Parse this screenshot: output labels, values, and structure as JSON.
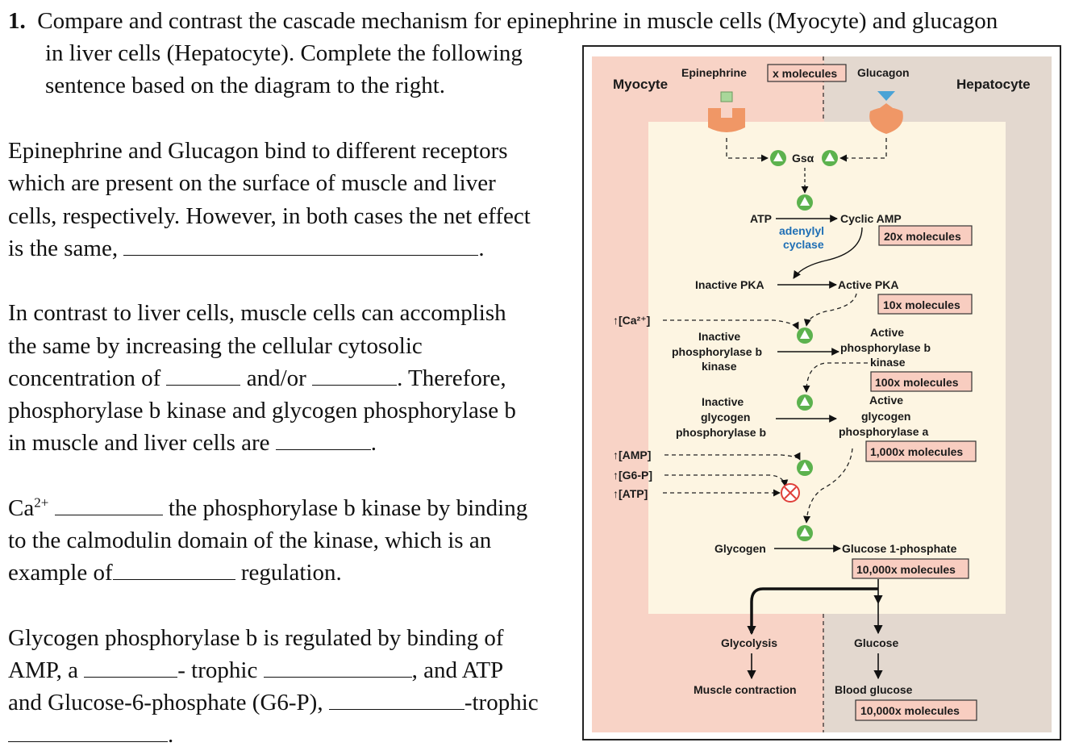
{
  "question": {
    "number": "1.",
    "line1": "Compare and contrast the cascade mechanism for epinephrine in muscle cells (Myocyte) and glucagon",
    "line2": "in liver cells (Hepatocyte). Complete the following",
    "line3": "sentence based on the diagram to the right."
  },
  "para1": {
    "l1": "Epinephrine and Glucagon bind to different receptors",
    "l2": "which are present on the surface of muscle and liver",
    "l3": "cells, respectively. However, in both cases the net effect",
    "l4a": "is the same,",
    "l4b": "."
  },
  "para2": {
    "l1": "In contrast to liver cells, muscle cells can accomplish",
    "l2": "the same by increasing the cellular cytosolic",
    "l3a": "concentration of",
    "l3b": "and/or",
    "l3c": ". Therefore,",
    "l4": "phosphorylase b kinase and glycogen phosphorylase b",
    "l5a": "in muscle and liver cells are",
    "l5b": "."
  },
  "para3": {
    "ca": "Ca",
    "ca_sup": "2+",
    "l1b": "the phosphorylase b kinase by binding",
    "l2": "to the calmodulin domain of the kinase, which is an",
    "l3a": "example of",
    "l3b": "regulation."
  },
  "para4": {
    "l1": "Glycogen phosphorylase b is regulated by binding of",
    "l2a": "AMP, a",
    "l2b": "- trophic",
    "l2c": ", and ATP",
    "l3a": "and Glucose-6-phosphate (G6-P),",
    "l3b": "-trophic",
    "l4b": "."
  },
  "diagram": {
    "myocyte": "Myocyte",
    "hepatocyte": "Hepatocyte",
    "epinephrine": "Epinephrine",
    "glucagon": "Glucagon",
    "x_molecules": "x molecules",
    "gsa": "Gsα",
    "atp": "ATP",
    "adenylyl": "adenylyl",
    "cyclase": "cyclase",
    "cyclic_amp": "Cyclic AMP",
    "m20": "20x molecules",
    "inactive_pka": "Inactive PKA",
    "active_pka": "Active PKA",
    "m10": "10x molecules",
    "ca": "↑[Ca²⁺]",
    "inactive": "Inactive",
    "phosphorylase_b": "phosphorylase b",
    "kinase": "kinase",
    "active": "Active",
    "m100": "100x molecules",
    "glycogen_word": "glycogen",
    "phosphorylase_a": "phosphorylase a",
    "m1000": "1,000x molecules",
    "amp": "↑[AMP]",
    "g6p": "↑[G6-P]",
    "atp_up": "↑[ATP]",
    "glycogen": "Glycogen",
    "glucose1p": "Glucose 1-phosphate",
    "m10000a": "10,000x molecules",
    "glycolysis": "Glycolysis",
    "glucose": "Glucose",
    "muscle_contraction": "Muscle contraction",
    "blood_glucose": "Blood glucose",
    "m10000b": "10,000x molecules",
    "colors": {
      "myocyte_bg": "#f8d3c6",
      "hepatocyte_bg": "#e3d8cf",
      "cytosol": "#fdf5e2",
      "box_fill": "#f8cdc0",
      "receptor": "#f09766",
      "activator": "#5cb24e",
      "inhibitor": "#e0403a",
      "ligand_epi": "#a9d79a",
      "ligand_glu": "#4aa3d6"
    }
  }
}
